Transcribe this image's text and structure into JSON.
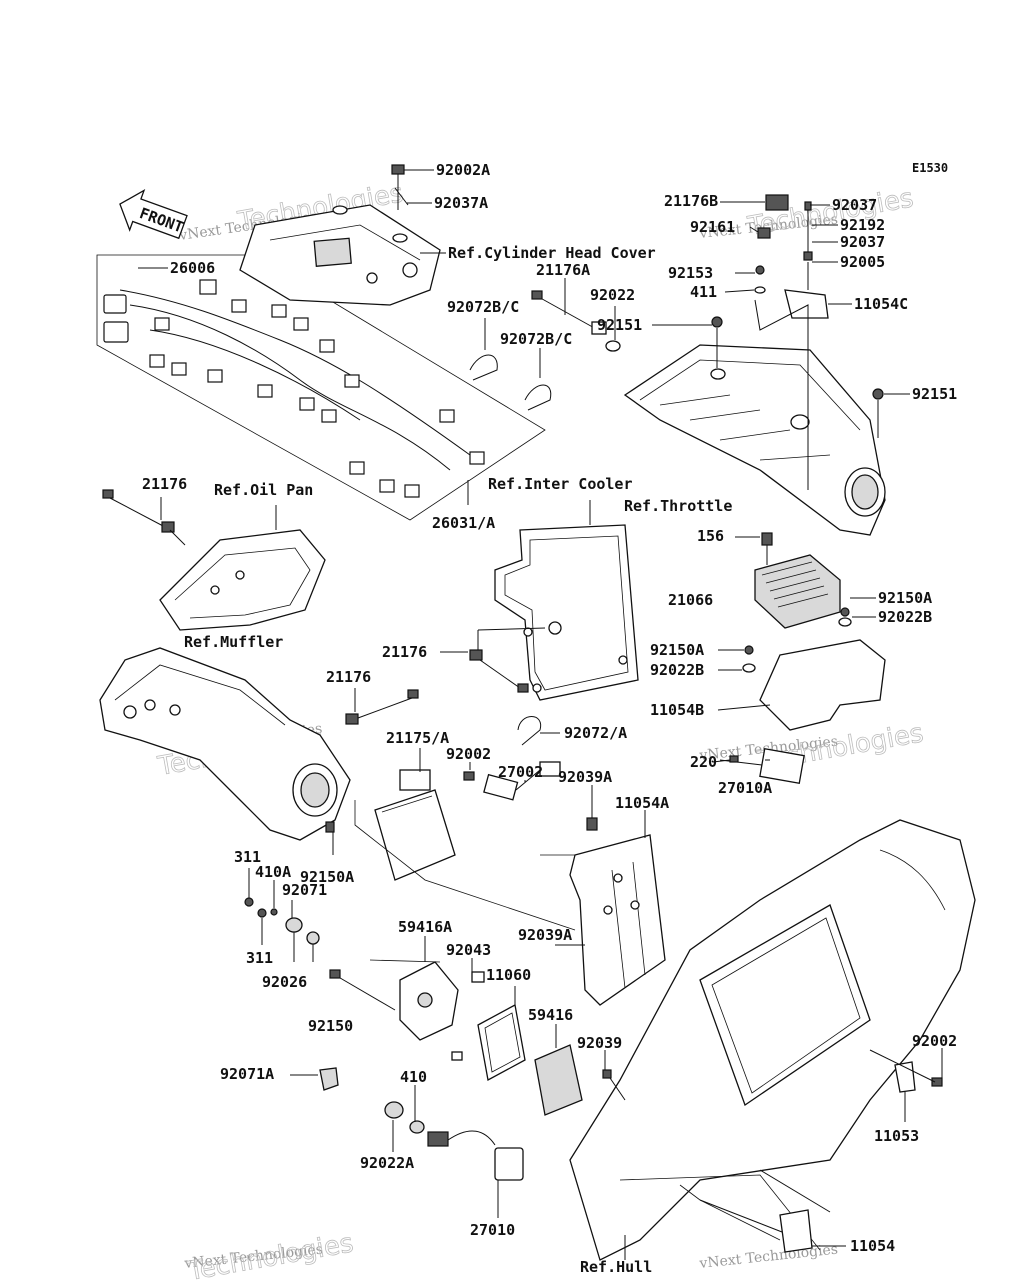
{
  "diagram": {
    "code": "E1530",
    "front_label": "FRONT",
    "watermark": {
      "line1": "vNext",
      "line2": "Technologies",
      "combined": "vNext Technologies"
    },
    "part_labels": [
      "92002A",
      "92037A",
      "26006",
      "21176A",
      "92072B/C",
      "92022",
      "92072B/C",
      "21176B",
      "92037",
      "92161",
      "92192",
      "92037",
      "92005",
      "92153",
      "411",
      "11054C",
      "92151",
      "92151",
      "21176",
      "26031/A",
      "156",
      "21066",
      "92150A",
      "92022B",
      "92150A",
      "92022B",
      "11054B",
      "21176",
      "21176",
      "92072/A",
      "21175/A",
      "92002",
      "27002",
      "92039A",
      "11054A",
      "220",
      "27010A",
      "311",
      "410A",
      "92071",
      "92150A",
      "311",
      "92026",
      "59416A",
      "92043",
      "11060",
      "92039A",
      "92150",
      "59416",
      "92039",
      "92071A",
      "410",
      "92022A",
      "27010",
      "92002",
      "11053",
      "11054"
    ],
    "reference_labels": [
      "Ref.Cylinder Head Cover",
      "Ref.Oil Pan",
      "Ref.Inter Cooler",
      "Ref.Throttle",
      "Ref.Muffler",
      "Ref.Hull"
    ]
  }
}
